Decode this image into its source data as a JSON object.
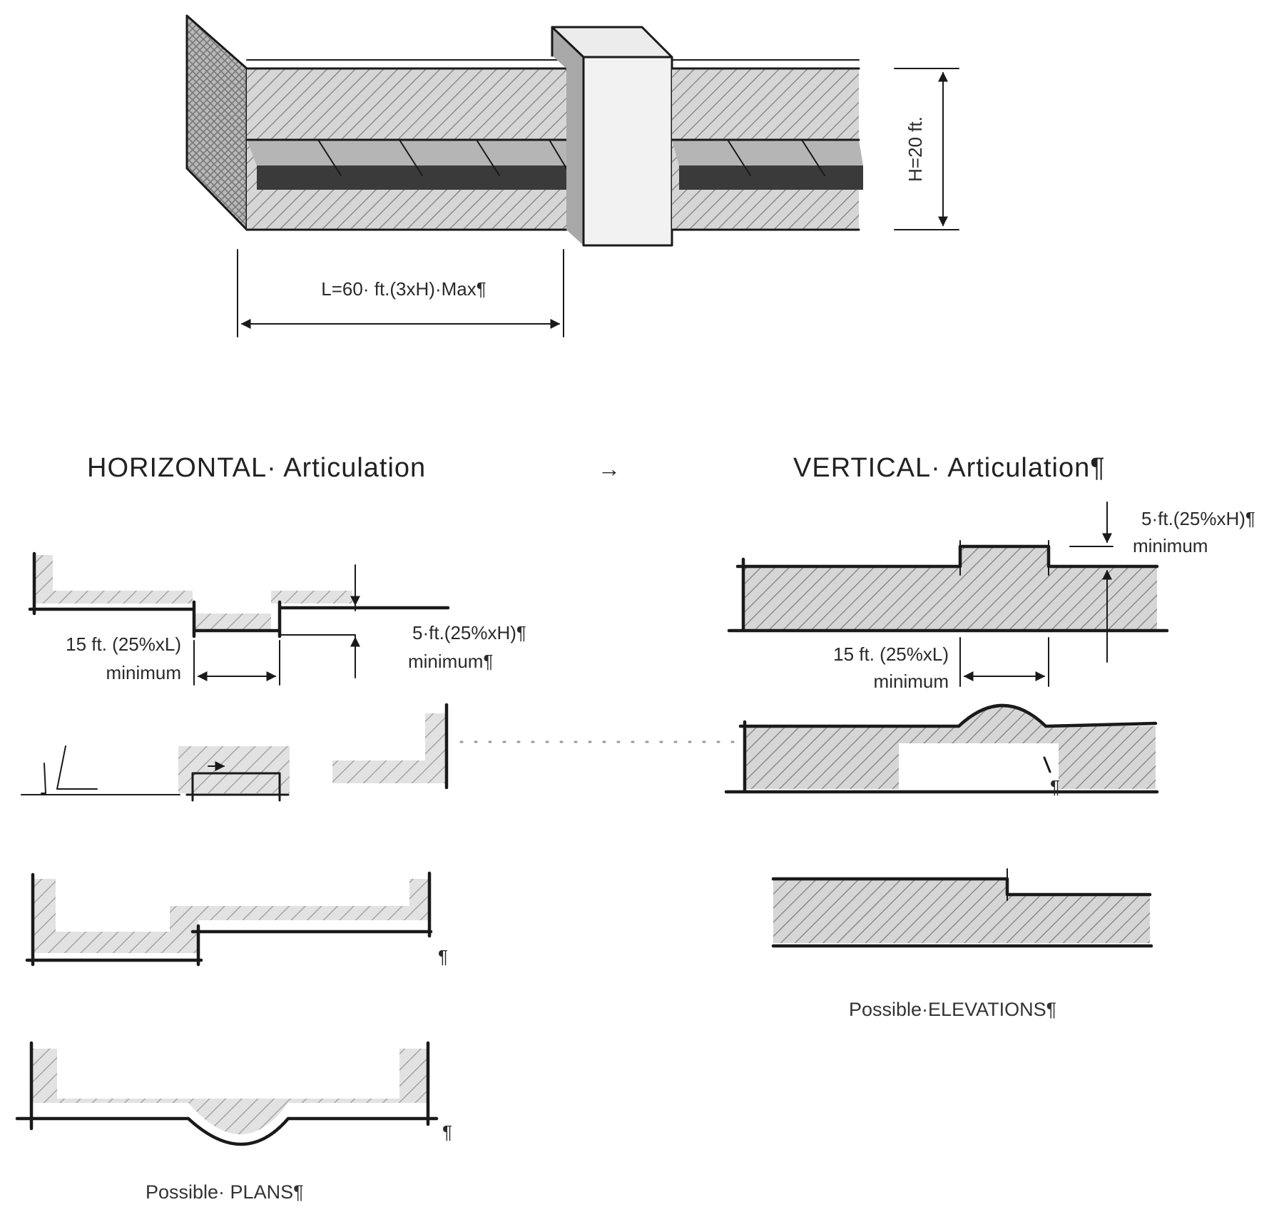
{
  "perspective": {
    "height_label": "H=20 ft.",
    "length_label": "L=60· ft.(3xH)·Max¶"
  },
  "horizontal": {
    "title": "HORIZONTAL· Articulation",
    "depth_label_1": "5·ft.(25%xH)¶",
    "depth_label_2": "minimum¶",
    "width_label_1": "15 ft. (25%xL)",
    "width_label_2": "minimum",
    "pilcrow": "¶",
    "caption": "Possible· PLANS¶"
  },
  "vertical": {
    "title": "VERTICAL· Articulation¶",
    "height_label_1": "5·ft.(25%xH)¶",
    "height_label_2": "minimum",
    "width_label_1": "15 ft. (25%xL)",
    "width_label_2": "minimum",
    "pilcrow": "¶",
    "caption": "Possible·ELEVATIONS¶"
  },
  "connector_glyph": "→",
  "colors": {
    "ink": "#1a1a1a",
    "hatch": "#8c8c8c",
    "wall_shade": "#cfcfcf",
    "dark_band": "#3a3a3a"
  }
}
